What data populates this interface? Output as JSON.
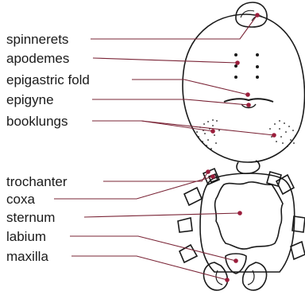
{
  "labels": {
    "spinnerets": "spinnerets",
    "apodemes": "apodemes",
    "epigastric_fold": "epigastric fold",
    "epigyne": "epigyne",
    "booklungs": "booklungs",
    "trochanter": "trochanter",
    "coxa": "coxa",
    "sternum": "sternum",
    "labium": "labium",
    "maxilla": "maxilla"
  },
  "colors": {
    "text": "#1a1a1a",
    "leader_line": "#7a2436",
    "dot": "#9b1e3c",
    "outline": "#1a1a1a",
    "background": "#ffffff"
  }
}
